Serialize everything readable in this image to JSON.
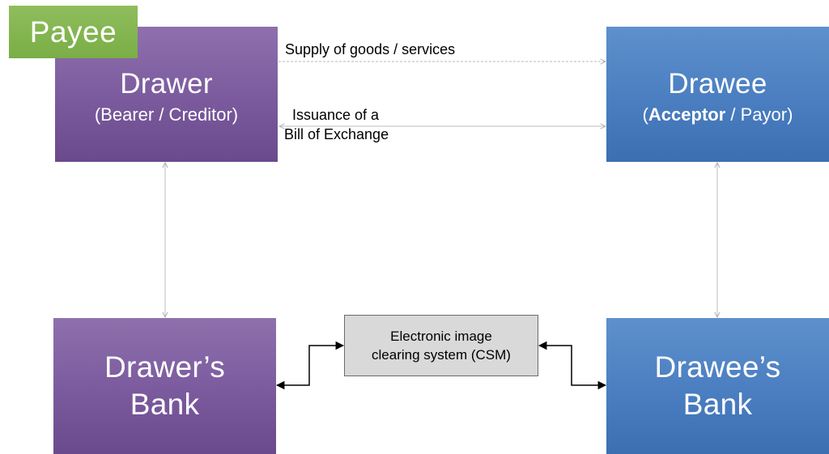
{
  "nodes": {
    "drawer": {
      "title": "Drawer",
      "subtitle": "(Bearer / Creditor)"
    },
    "drawee": {
      "title": "Drawee",
      "subtitle_open": "(",
      "subtitle_bold": "Acceptor",
      "subtitle_rest": " / Payor)"
    },
    "drawers_bank": {
      "line1": "Drawer’s",
      "line2": "Bank"
    },
    "drawees_bank": {
      "line1": "Drawee’s",
      "line2": "Bank"
    },
    "payee": {
      "label": "Payee"
    },
    "csm": {
      "line1": "Electronic image",
      "line2": "clearing system (CSM)"
    }
  },
  "edges": {
    "supply": {
      "label": "Supply of goods / services"
    },
    "issuance": {
      "line1": "Issuance of a",
      "line2": "Bill of Exchange"
    }
  },
  "colors": {
    "purple": "#7a5a9d",
    "blue": "#4a7ec0",
    "green": "#7aae46",
    "csm_fill": "#d9d9d9",
    "connector_gray": "#bfbfbf",
    "connector_black": "#000000"
  }
}
